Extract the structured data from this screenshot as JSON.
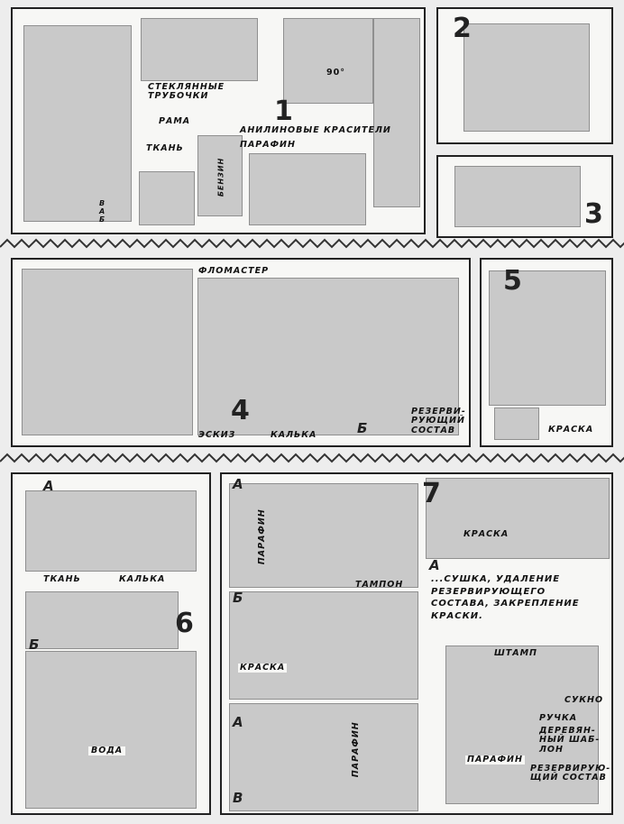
{
  "panel1": {
    "step_number": "1",
    "labels": {
      "glass_tubes": "СТЕКЛЯННЫЕ\nТРУБОЧКИ",
      "frame": "РАМА",
      "fabric": "ТКАНЬ",
      "aniline_dyes": "АНИЛИНОВЫЕ КРАСИТЕЛИ",
      "paraffin": "ПАРАФИН",
      "angle": "90°",
      "benzine_bottle": "БЕНЗИН",
      "small_letters": "В\nА\nБ"
    }
  },
  "panel2": {
    "step_number": "2"
  },
  "panel3": {
    "step_number": "3"
  },
  "panel4": {
    "step_number": "4",
    "labels": {
      "marker": "ФЛОМАСТЕР",
      "sketch": "ЭСКИЗ",
      "tracing_paper": "КАЛЬКА",
      "sub_letter": "Б",
      "resist": "РЕЗЕРВИ-\nРУЮЩИЙ\nСОСТАВ"
    }
  },
  "panel5": {
    "step_number": "5",
    "labels": {
      "paint": "КРАСКА"
    }
  },
  "panel6": {
    "step_number": "6",
    "labels": {
      "letter_a": "А",
      "fabric": "ТКАНЬ",
      "tracing_paper": "КАЛЬКА",
      "letter_b": "Б",
      "water": "ВОДА"
    }
  },
  "panel7": {
    "step_number": "7",
    "labels": {
      "letter_a1": "А",
      "letter_b": "Б",
      "letter_v": "В",
      "letter_a2": "А",
      "letter_a3": "А",
      "paraffin_1": "ПАРАФИН",
      "paint_1": "КРАСКА",
      "tampon": "ТАМПОН",
      "paint_2": "КРАСКА",
      "paraffin_2": "ПАРАФИН",
      "note": "...СУШКА, УДАЛЕНИЕ\nРЕЗЕРВИРУЮЩЕГО\nСОСТАВА, ЗАКРЕПЛЕНИЕ\nКРАСКИ.",
      "stamp": "ШТАМП",
      "cloth": "СУКНО",
      "handle": "РУЧКА",
      "wooden_template": "ДЕРЕВЯН-\nНЫЙ ШАБ-\nЛОН",
      "paraffin_3": "ПАРАФИН",
      "resist": "РЕЗЕРВИРУЮ-\nЩИЙ СОСТАВ"
    }
  }
}
